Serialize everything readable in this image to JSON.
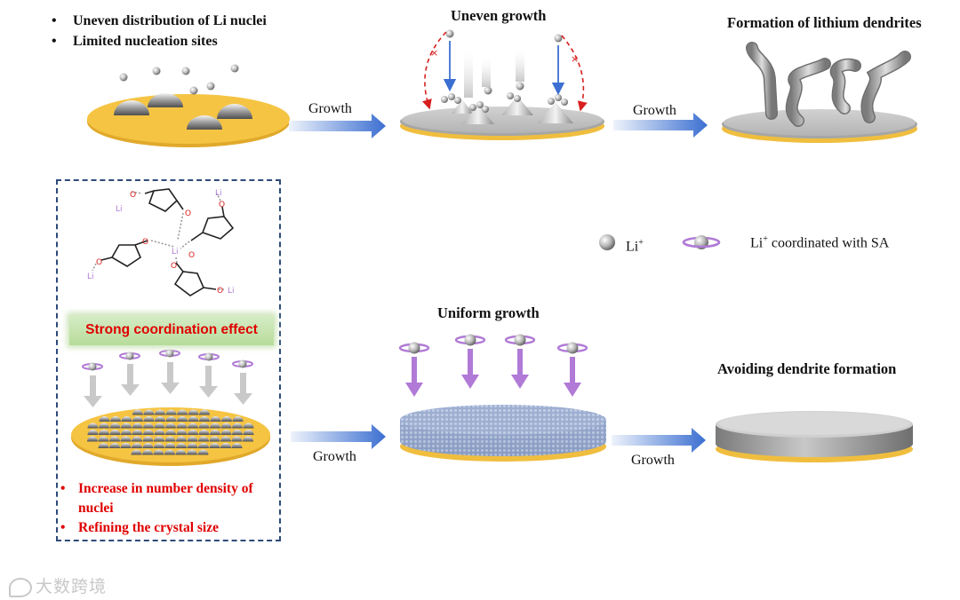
{
  "panel1": {
    "bullets": [
      "Uneven distribution of Li nuclei",
      "Limited nucleation sites"
    ]
  },
  "panel2": {
    "title": "Uneven growth"
  },
  "panel3": {
    "title": "Formation of lithium dendrites"
  },
  "arrows": {
    "top_left": "Growth",
    "top_right": "Growth",
    "bottom_left": "Growth",
    "bottom_right": "Growth"
  },
  "legend": {
    "li_ion": "Li",
    "li_ion_sup": "+",
    "coordinated_pre": "Li",
    "coordinated_sup": "+",
    "coordinated_post": " coordinated with SA"
  },
  "molecule": {
    "atom_li": "Li",
    "atom_o": "O"
  },
  "coordination": {
    "banner": "Strong coordination effect",
    "bullets": [
      "Increase in number density of nuclei",
      "Refining the crystal size"
    ]
  },
  "panel4": {
    "title": "Uniform growth"
  },
  "panel5": {
    "title": "Avoiding dendrite formation"
  },
  "watermark": "大数跨境",
  "colors": {
    "gold": "#f5c443",
    "silver": "#a9a9a9",
    "arrow_blue": "#3c6fd1",
    "purple": "#b07ad6",
    "red": "#e00000",
    "box_border": "#2e4a7a"
  }
}
